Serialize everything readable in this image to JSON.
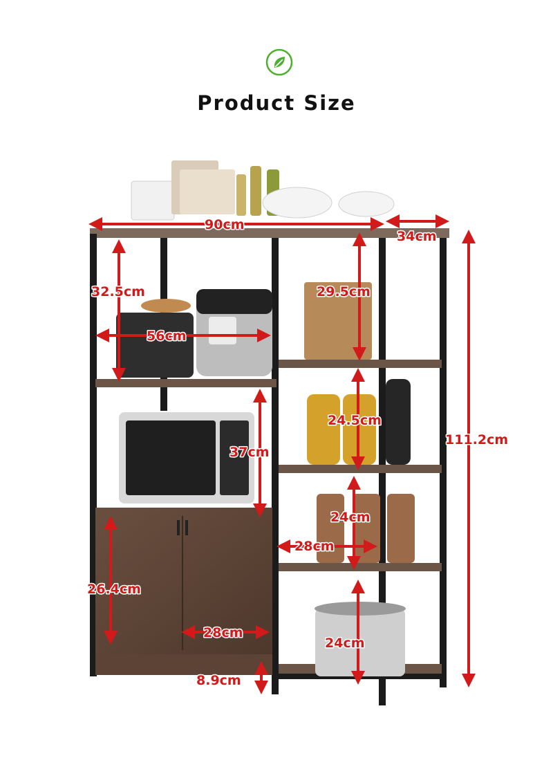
{
  "header": {
    "title": "Product Size",
    "logo_icon": "leaf-badge-icon",
    "logo_color": "#4caf2e"
  },
  "colors": {
    "dimension": "#d11a1a",
    "frame": "#1b1b1b",
    "wood": "#5a4234",
    "shelf_top": "#7d6a5c"
  },
  "dimensions": {
    "width_total": "90cm",
    "depth": "34cm",
    "height_total": "111.2cm",
    "upper_shelf_gap": "32.5cm",
    "left_inner_width": "56cm",
    "microwave_gap": "37cm",
    "cabinet_height": "26.4cm",
    "cabinet_door_width": "28cm",
    "base_height": "8.9cm",
    "right_top_gap": "29.5cm",
    "right_second_gap": "24.5cm",
    "right_third_gap": "24cm",
    "right_inner_width": "28cm",
    "right_bottom_gap": "24cm"
  }
}
